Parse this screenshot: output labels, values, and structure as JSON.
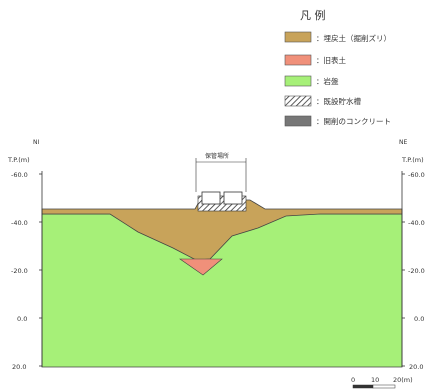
{
  "legend": {
    "title": "凡 例",
    "items": [
      {
        "label": "：埋戻土（掘削ズリ）",
        "color": "#c8a35a"
      },
      {
        "label": "：旧表土",
        "color": "#f0907a"
      },
      {
        "label": "：岩盤",
        "color": "#a6f078"
      },
      {
        "label": "：既設貯水槽",
        "color": "#ffffff"
      },
      {
        "label": "：開削のコンクリート",
        "color": "#777777"
      }
    ]
  },
  "section": {
    "left_end": "NI",
    "right_end": "NE",
    "axis_unit": "T.P.(m)",
    "elevations": [
      "-60.0",
      "-40.0",
      "-20.0",
      "0.0",
      "20.0"
    ],
    "structure_label": "保管場所"
  },
  "scale": {
    "labels": [
      "0",
      "10",
      "20(m)"
    ]
  }
}
